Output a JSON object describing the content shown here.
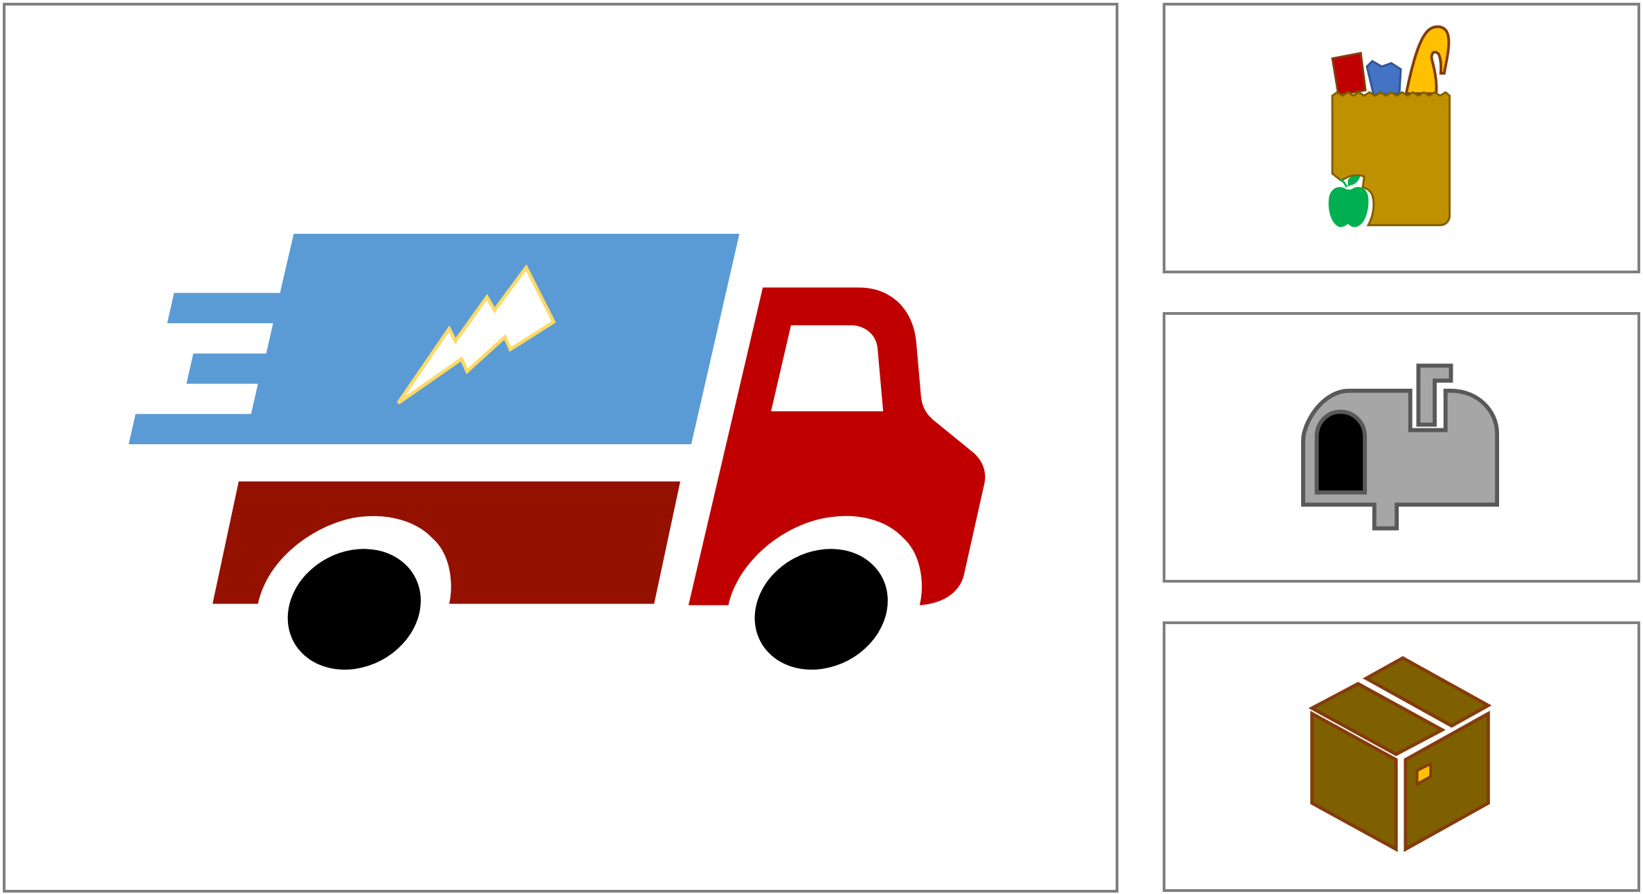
{
  "panels": [
    {
      "name": "delivery-truck",
      "icons": [
        "truck-icon",
        "lightning-bolt-icon"
      ]
    },
    {
      "name": "grocery-bag",
      "icons": [
        "grocery-bag-icon",
        "apple-icon",
        "bread-icon",
        "bottle-icon",
        "juice-box-icon"
      ]
    },
    {
      "name": "mailbox",
      "icons": [
        "mailbox-icon",
        "mailbox-flag-icon"
      ]
    },
    {
      "name": "package",
      "icons": [
        "cardboard-box-icon",
        "box-label-icon"
      ]
    }
  ],
  "colors": {
    "panel_border": "#808080",
    "truck_cargo_top": "#5b9bd5",
    "truck_cargo_bottom": "#941100",
    "truck_cab": "#c00000",
    "wheel": "#000000",
    "bolt_fill": "#ffffff",
    "bolt_outline": "#ffd966",
    "bag": "#bf9000",
    "apple": "#00b050",
    "bread": "#ffc000",
    "bottle": "#4472c4",
    "juice_box": "#c00000",
    "mailbox": "#a6a6a6",
    "mailbox_outline": "#595959",
    "box": "#7f6000",
    "box_outline": "#843c0c",
    "box_label": "#ffc000"
  }
}
